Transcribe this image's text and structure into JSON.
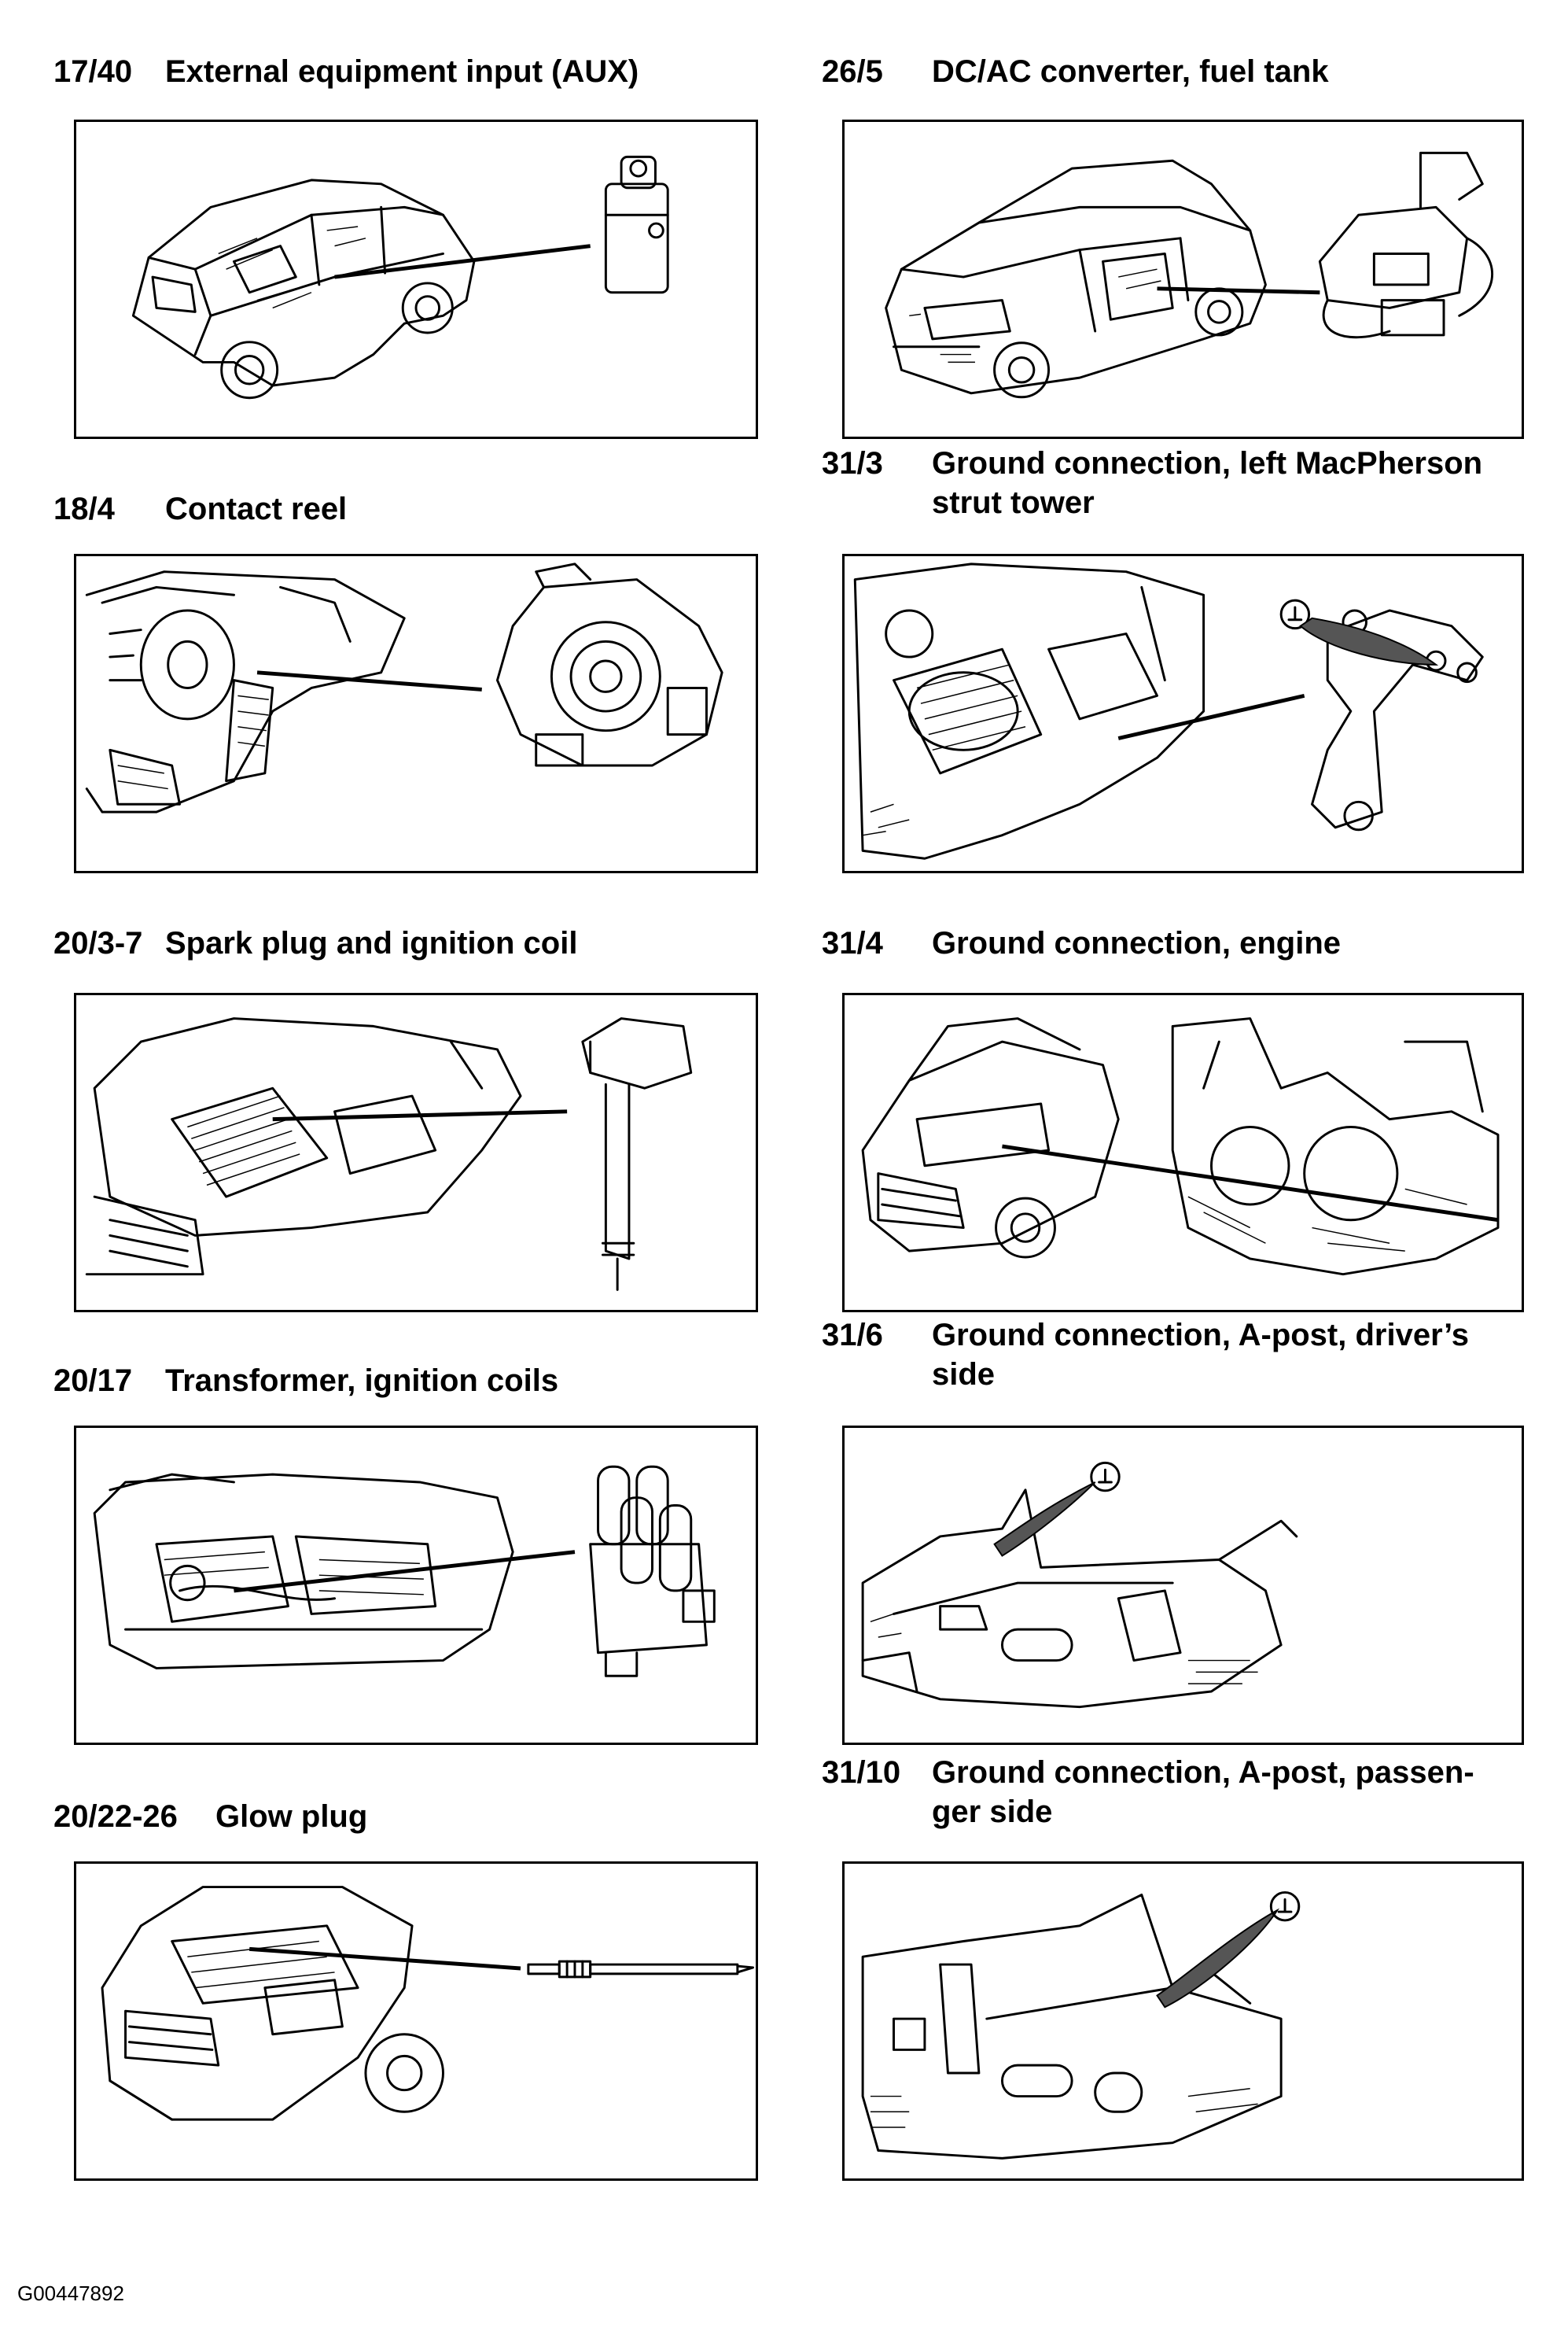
{
  "entries": [
    {
      "code": "17/40",
      "title": "External equipment input (AUX)",
      "icon": "aux-input-icon"
    },
    {
      "code": "26/5",
      "title": "DC/AC converter, fuel tank",
      "icon": "dcac-converter-icon"
    },
    {
      "code": "18/4",
      "title": "Contact reel",
      "icon": "contact-reel-icon"
    },
    {
      "code": "31/3",
      "title": "Ground connection, left MacPherson",
      "title2": "strut tower",
      "icon": "ground-point-icon"
    },
    {
      "code": "20/3-7",
      "title": "Spark plug and ignition coil",
      "icon": "ignition-coil-icon"
    },
    {
      "code": "31/4",
      "title": "Ground connection, engine",
      "icon": "ground-point-icon"
    },
    {
      "code": "20/17",
      "title": "Transformer, ignition coils",
      "icon": "transformer-icon"
    },
    {
      "code": "31/6",
      "title": "Ground connection, A-post, driver’s",
      "title2": "side",
      "icon": "ground-point-icon"
    },
    {
      "code": "20/22-26",
      "title": "Glow plug",
      "icon": "glow-plug-icon"
    },
    {
      "code": "31/10",
      "title": "Ground connection, A-post, passen-",
      "title2": "ger side",
      "icon": "ground-point-icon"
    }
  ],
  "figure_id": "G00447892"
}
